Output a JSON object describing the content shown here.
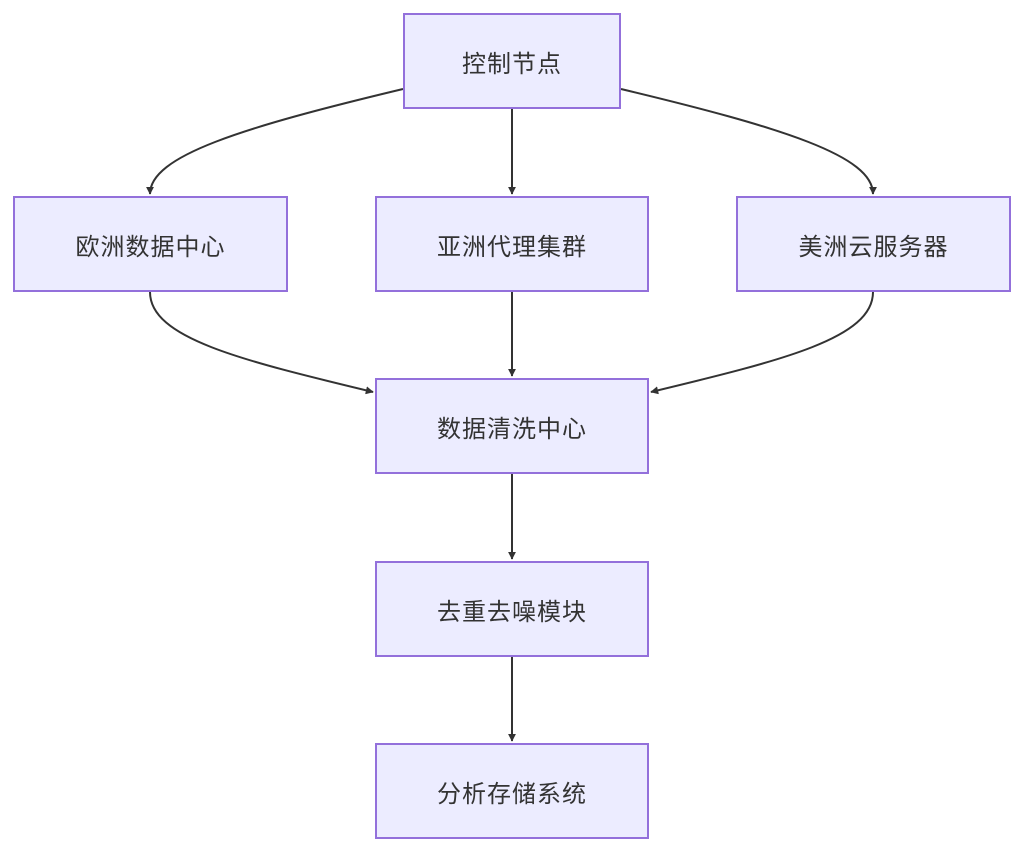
{
  "diagram": {
    "nodes": {
      "control": "控制节点",
      "europe": "欧洲数据中心",
      "asia": "亚洲代理集群",
      "america": "美洲云服务器",
      "clean": "数据清洗中心",
      "dedup": "去重去噪模块",
      "store": "分析存储系统"
    },
    "edges": [
      {
        "from": "控制节点",
        "to": "欧洲数据中心"
      },
      {
        "from": "控制节点",
        "to": "亚洲代理集群"
      },
      {
        "from": "控制节点",
        "to": "美洲云服务器"
      },
      {
        "from": "欧洲数据中心",
        "to": "数据清洗中心"
      },
      {
        "from": "亚洲代理集群",
        "to": "数据清洗中心"
      },
      {
        "from": "美洲云服务器",
        "to": "数据清洗中心"
      },
      {
        "from": "数据清洗中心",
        "to": "去重去噪模块"
      },
      {
        "from": "去重去噪模块",
        "to": "分析存储系统"
      }
    ],
    "colors": {
      "node_fill": "#ececff",
      "node_border": "#9370db",
      "edge": "#333333",
      "text": "#333333"
    }
  }
}
